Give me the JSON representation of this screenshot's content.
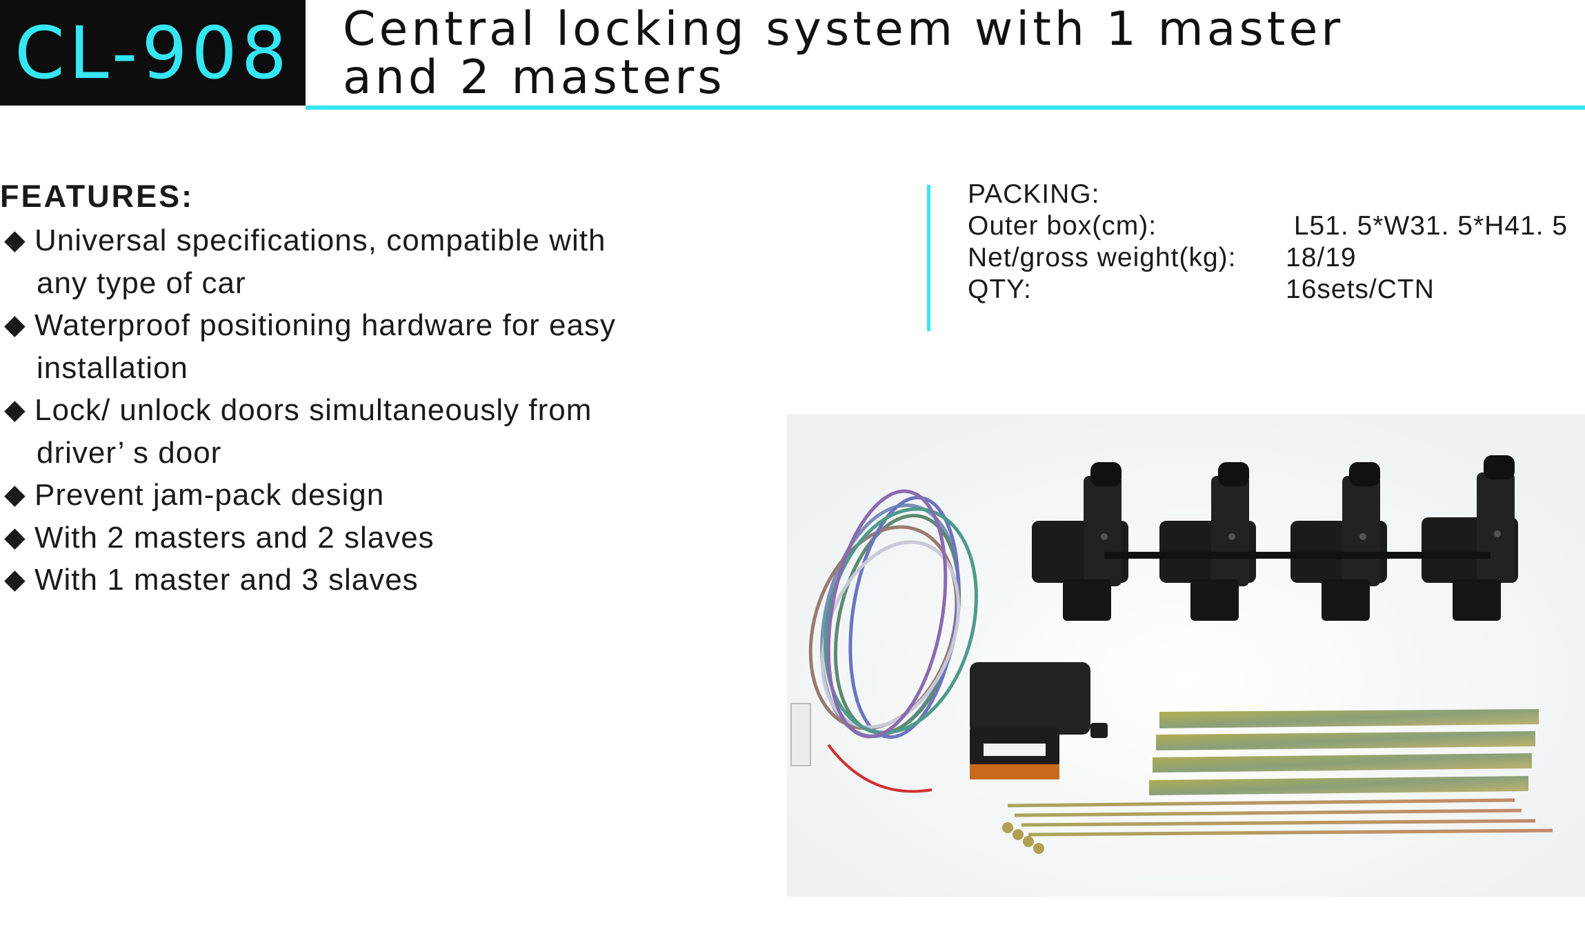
{
  "header": {
    "model": "CL-908",
    "title_lines": [
      "Central locking system with 1 master",
      "and 2 masters"
    ]
  },
  "features": {
    "heading": "FEATURES:",
    "bullet": "◆",
    "items": [
      {
        "lines": [
          "Universal specifications, compatible with",
          "any type of car"
        ]
      },
      {
        "lines": [
          "Waterproof positioning hardware for easy",
          "installation"
        ]
      },
      {
        "lines": [
          "Lock/ unlock doors simultaneously from",
          "driver’ s door"
        ]
      },
      {
        "lines": [
          "Prevent jam-pack design"
        ]
      },
      {
        "lines": [
          "With 2 masters and 2 slaves"
        ]
      },
      {
        "lines": [
          "With 1 master and 3 slaves"
        ]
      }
    ]
  },
  "packing": {
    "title": "PACKING:",
    "rows": [
      {
        "label": "Outer box(cm):",
        "value": " L51. 5*W31. 5*H41. 5"
      },
      {
        "label": "Net/gross weight(kg):",
        "value": "18/19"
      },
      {
        "label": "QTY:",
        "value": "16sets/CTN"
      }
    ]
  },
  "colors": {
    "accent": "#35e6f4",
    "model_bg": "#0d0d0d"
  }
}
